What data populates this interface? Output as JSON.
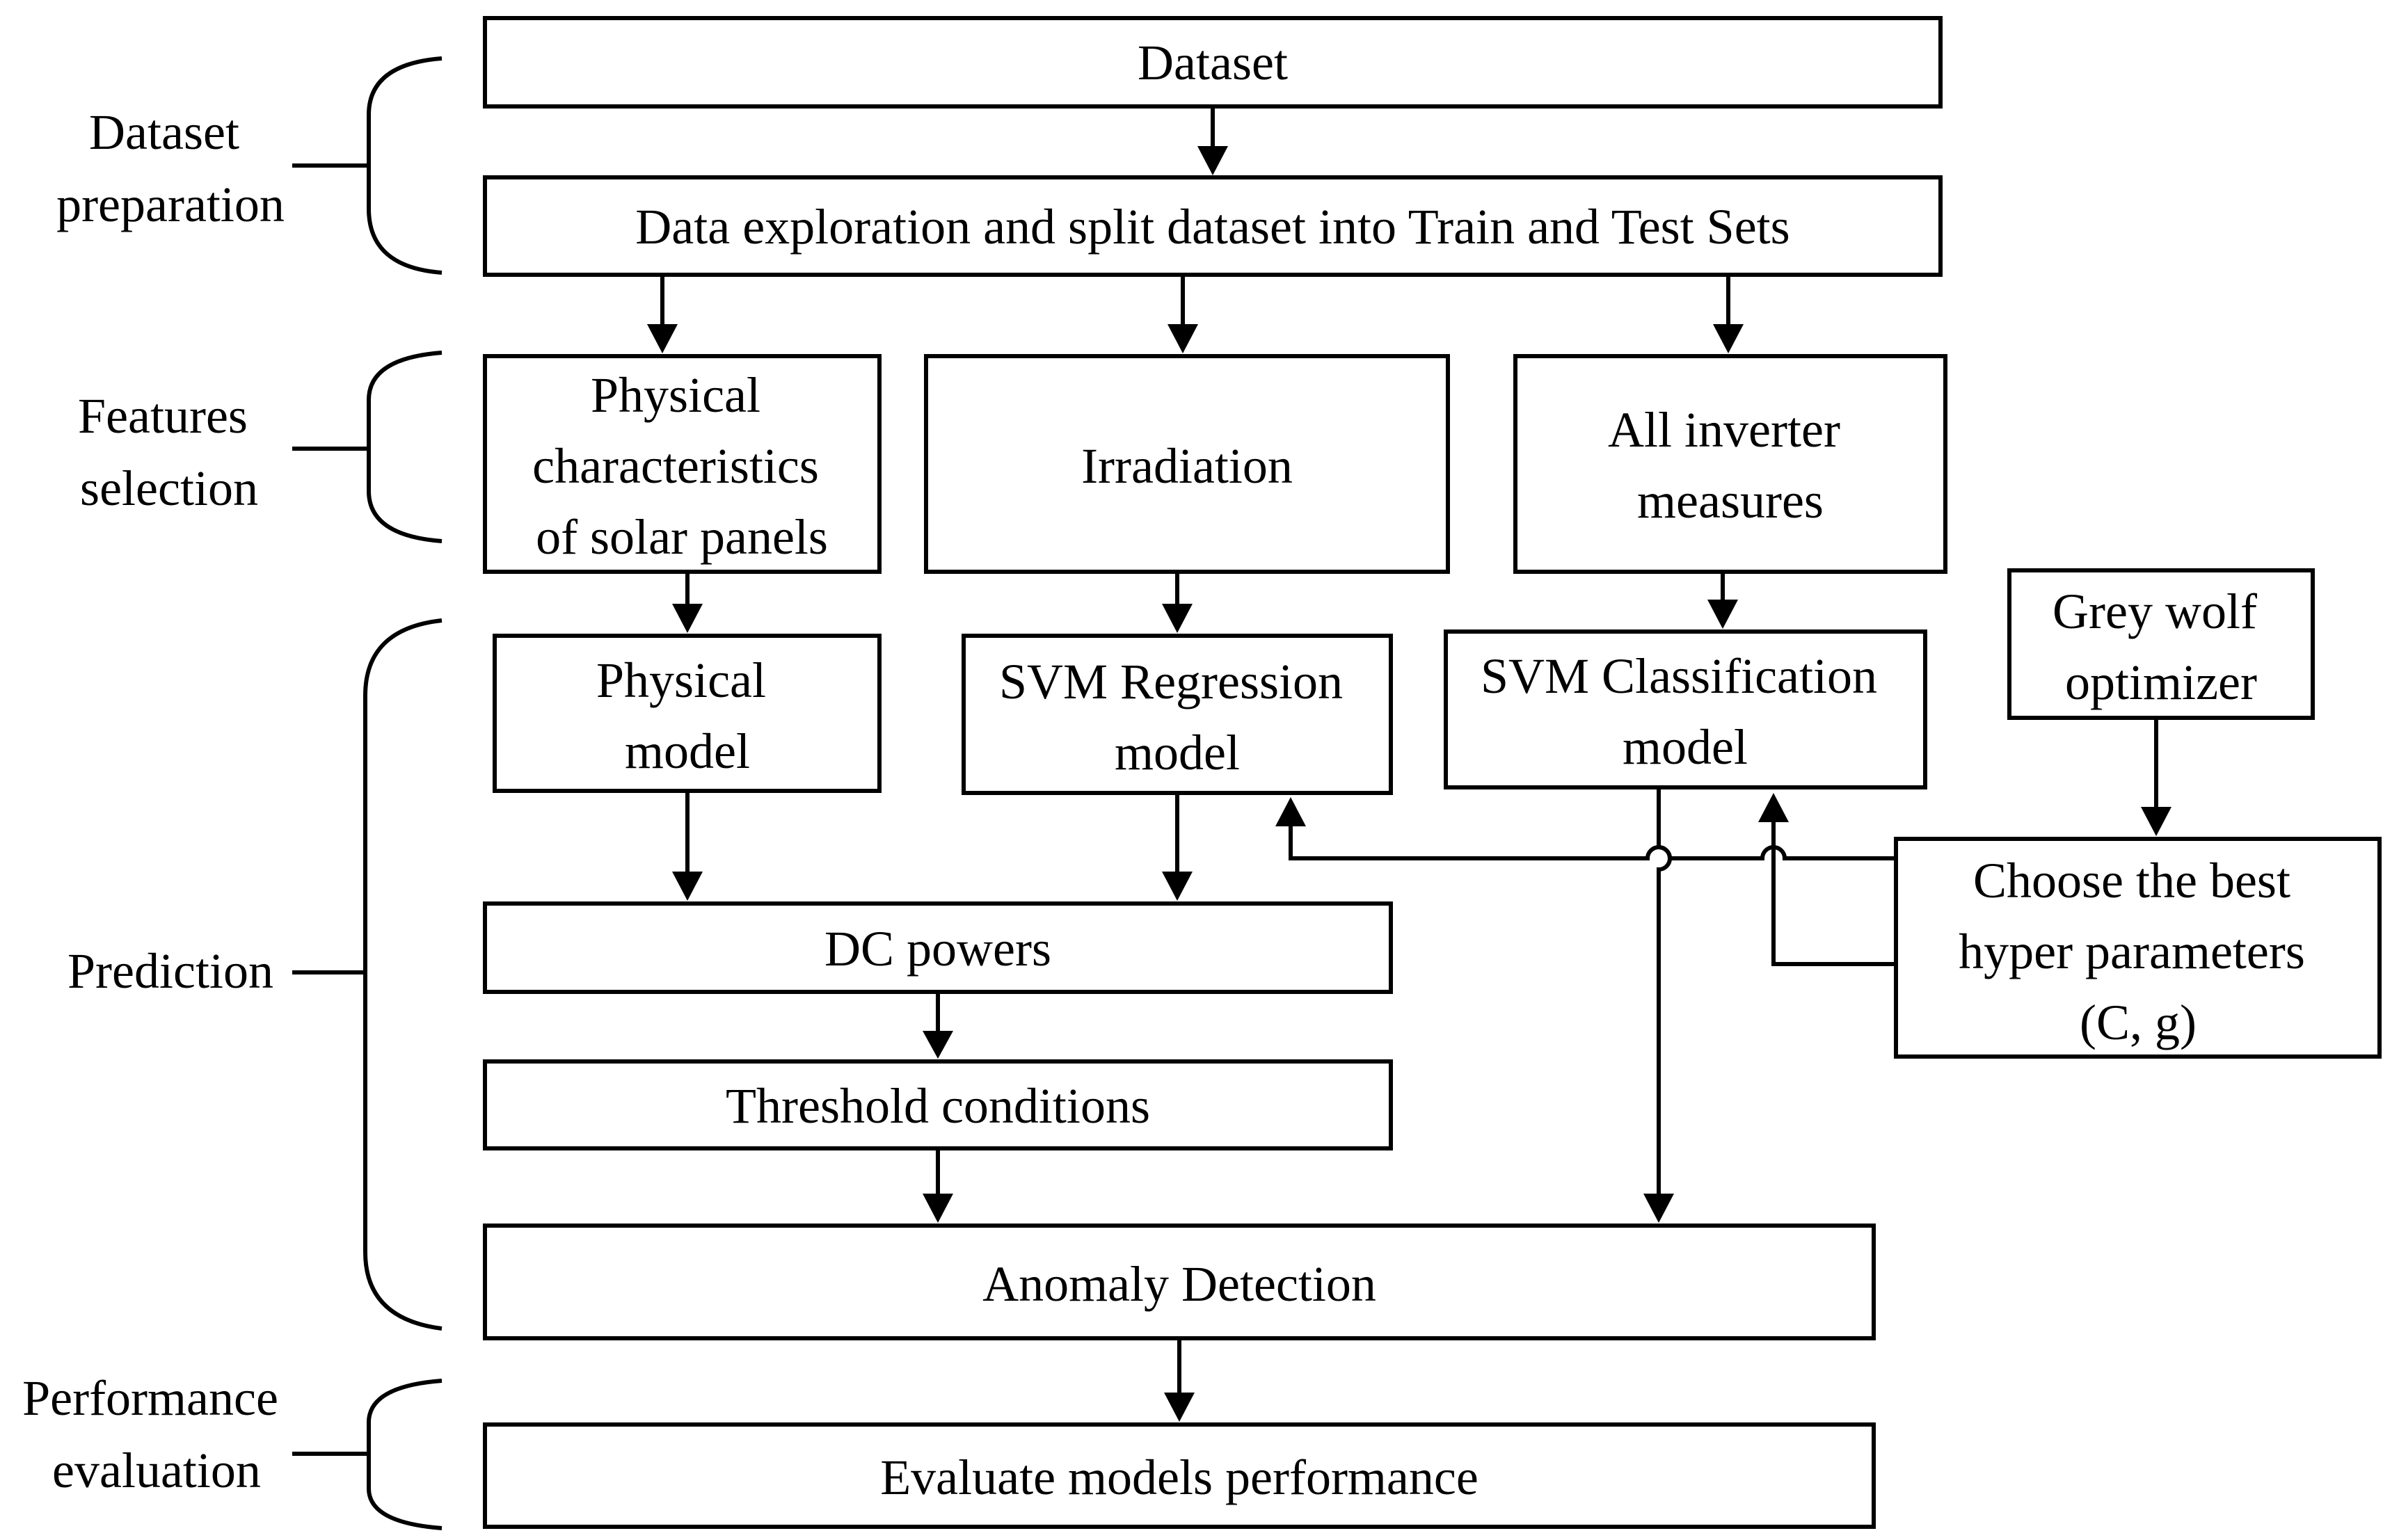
{
  "sections": {
    "dataset_preparation": [
      "Dataset",
      "preparation"
    ],
    "features_selection": [
      "Features",
      "selection"
    ],
    "prediction": [
      "Prediction"
    ],
    "performance_evaluation": [
      "Performance",
      "evaluation"
    ]
  },
  "boxes": {
    "dataset": [
      "Dataset"
    ],
    "exploration": [
      "Data exploration and split dataset into Train and Test Sets"
    ],
    "physical_characteristics": [
      "Physical",
      "characteristics",
      "of solar panels"
    ],
    "irradiation": [
      "Irradiation"
    ],
    "inverter_measures": [
      "All  inverter",
      "measures"
    ],
    "physical_model": [
      "Physical",
      "model"
    ],
    "svm_regression": [
      "SVM Regression",
      "model"
    ],
    "svm_classification": [
      "SVM Classification",
      "model"
    ],
    "grey_wolf": [
      "Grey wolf",
      "optimizer"
    ],
    "hyper_parameters": [
      "Choose the best",
      "hyper parameters",
      "(C, g)"
    ],
    "dc_powers": [
      "DC powers"
    ],
    "threshold": [
      "Threshold conditions"
    ],
    "anomaly": [
      "Anomaly Detection"
    ],
    "evaluate": [
      "Evaluate models performance"
    ]
  }
}
